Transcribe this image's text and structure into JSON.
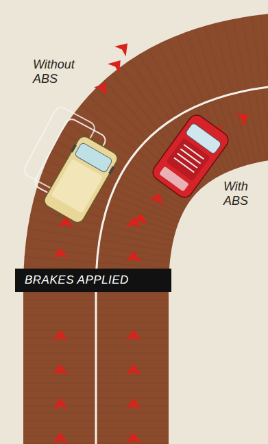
{
  "diagram": {
    "nodes": [
      {
        "text": [
          "BRAKES APPLIED"
        ]
      }
    ],
    "labels": [
      "Without ABS",
      "With ABS"
    ]
  }
}
